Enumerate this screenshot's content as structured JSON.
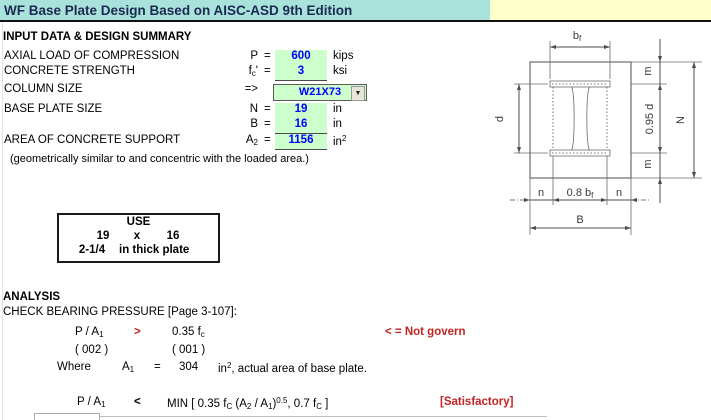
{
  "title": "WF Base Plate Design Based on AISC-ASD 9th Edition",
  "colors": {
    "title_band_left": "#a9e2db",
    "title_band_right": "#ffffcc",
    "input_cell_green": "#ccffcc",
    "input_value_blue": "#0000ff",
    "alert_red": "#c22222",
    "title_text": "#1c2951"
  },
  "input": {
    "section_title": "INPUT DATA & DESIGN SUMMARY",
    "rows": [
      {
        "label": "AXIAL LOAD OF COMPRESSION",
        "sym": "P",
        "eq": "=",
        "value": "600",
        "unit": "kips"
      },
      {
        "label": "CONCRETE STRENGTH",
        "sym_base": "f",
        "sym_sub": "c",
        "sym_prime": "'",
        "eq": "=",
        "value": "3",
        "unit": "ksi"
      },
      {
        "label": "COLUMN SIZE",
        "sym": "=>",
        "value": "W21X73",
        "dropdown_icon": "dropdown-arrow",
        "dropdown_glyph": "▼"
      },
      {
        "label": "BASE PLATE SIZE",
        "sym": "N",
        "eq": "=",
        "value": "19",
        "unit": "in"
      },
      {
        "label": "",
        "sym": "B",
        "eq": "=",
        "value": "16",
        "unit": "in"
      },
      {
        "label": "AREA OF CONCRETE SUPPORT",
        "sym_base": "A",
        "sym_sub": "2",
        "eq": "=",
        "value": "1156",
        "unit": "in",
        "unit_sup": "2"
      }
    ],
    "note": "(geometrically similar to and concentric with the loaded area.)"
  },
  "use_box": {
    "title": "USE",
    "n": "19",
    "times": "x",
    "b": "16",
    "thickness": "2-1/4",
    "suffix": "in thick plate"
  },
  "analysis": {
    "heading": "ANALYSIS",
    "check": "CHECK BEARING PRESSURE [Page 3-107]:",
    "l1": {
      "lhs": "P / A",
      "lhs_sub": "1",
      "op": ">",
      "rhs": "0.35 f",
      "rhs_sub": "c",
      "note": "< = Not govern"
    },
    "l2": {
      "lhs": "( 002 )",
      "rhs": "( 001 )"
    },
    "l3": {
      "where": "Where",
      "sym": "A",
      "sym_sub": "1",
      "eq": "=",
      "value": "304",
      "unit": "in",
      "unit_sup": "2",
      "desc": ", actual area of base plate."
    },
    "l4": {
      "lhs": "P / A",
      "lhs_sub": "1",
      "op": "<",
      "f1": "MIN [ 0.35 f",
      "s1": "C",
      "f2": " (A",
      "s2": "2",
      "f3": " / A",
      "s3": "1",
      "f4": ")",
      "sup": "0.5",
      "f5": ", 0.7 f",
      "s5": "C",
      "f6": " ]",
      "verdict": "[Satisfactory]"
    }
  },
  "diagram": {
    "bf": "b",
    "bf_sub": "f",
    "d": "d",
    "m_top": "m",
    "m_bot": "m",
    "d095": "0.95 d",
    "N": "N",
    "n_left": "n",
    "n_right": "n",
    "b08": "0.8 b",
    "b08_sub": "f",
    "B": "B"
  }
}
